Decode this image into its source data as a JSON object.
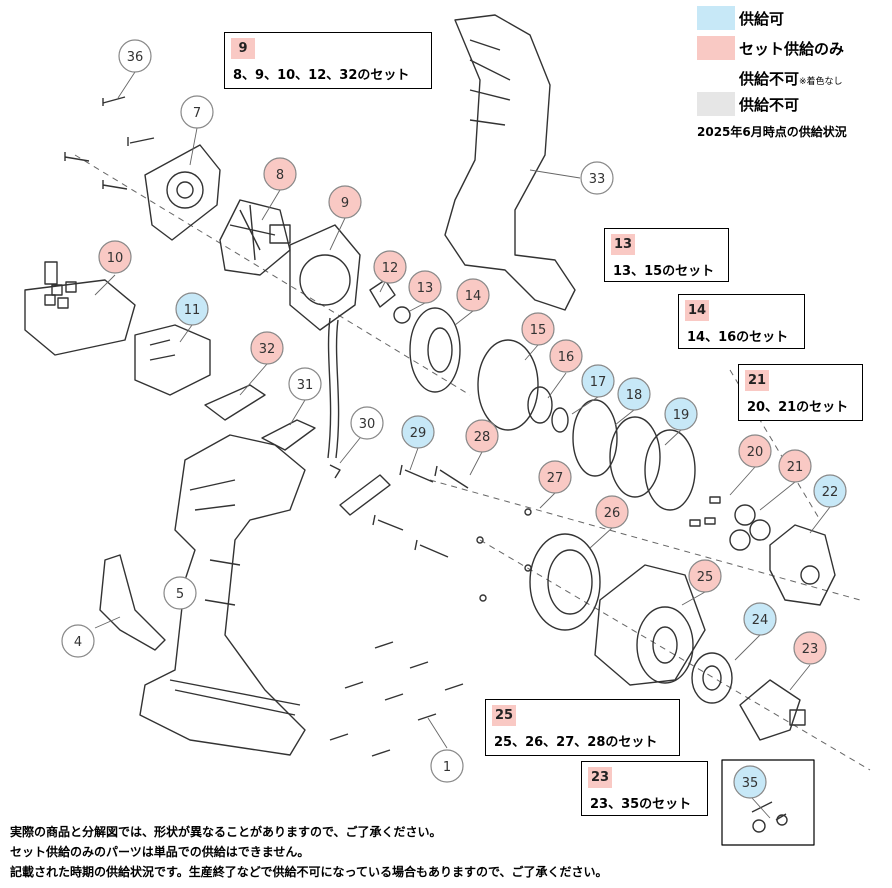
{
  "legend": {
    "items": [
      {
        "label": "供給可",
        "color": "#c7e8f7"
      },
      {
        "label": "セット供給のみ",
        "color": "#f9c9c4"
      },
      {
        "label": "供給不可",
        "note": "※着色なし",
        "color": "#ffffff"
      },
      {
        "label": "供給不可",
        "color": "#e6e6e6"
      }
    ],
    "date": "2025年6月時点の供給状況"
  },
  "sets": [
    {
      "badge": "9",
      "text": "8、9、10、12、32のセット"
    },
    {
      "badge": "13",
      "text": "13、15のセット"
    },
    {
      "badge": "14",
      "text": "14、16のセット"
    },
    {
      "badge": "21",
      "text": "20、21のセット"
    },
    {
      "badge": "25",
      "text": "25、26、27、28のセット"
    },
    {
      "badge": "23",
      "text": "23、35のセット"
    }
  ],
  "callouts": [
    {
      "label": "36",
      "status": "none"
    },
    {
      "label": "7",
      "status": "none"
    },
    {
      "label": "8",
      "status": "set"
    },
    {
      "label": "9",
      "status": "set"
    },
    {
      "label": "10",
      "status": "set"
    },
    {
      "label": "11",
      "status": "available"
    },
    {
      "label": "12",
      "status": "set"
    },
    {
      "label": "13",
      "status": "set"
    },
    {
      "label": "14",
      "status": "set"
    },
    {
      "label": "15",
      "status": "set"
    },
    {
      "label": "16",
      "status": "set"
    },
    {
      "label": "17",
      "status": "available"
    },
    {
      "label": "18",
      "status": "available"
    },
    {
      "label": "19",
      "status": "available"
    },
    {
      "label": "20",
      "status": "set"
    },
    {
      "label": "21",
      "status": "set"
    },
    {
      "label": "22",
      "status": "available"
    },
    {
      "label": "23",
      "status": "set"
    },
    {
      "label": "24",
      "status": "available"
    },
    {
      "label": "25",
      "status": "set"
    },
    {
      "label": "26",
      "status": "set"
    },
    {
      "label": "27",
      "status": "set"
    },
    {
      "label": "28",
      "status": "set"
    },
    {
      "label": "29",
      "status": "available"
    },
    {
      "label": "30",
      "status": "none"
    },
    {
      "label": "31",
      "status": "none"
    },
    {
      "label": "32",
      "status": "set"
    },
    {
      "label": "33",
      "status": "none"
    },
    {
      "label": "35",
      "status": "available"
    },
    {
      "label": "5",
      "status": "none"
    },
    {
      "label": "4",
      "status": "none"
    },
    {
      "label": "1",
      "status": "none"
    }
  ],
  "status_colors": {
    "available": "#c7e8f7",
    "set": "#f9c9c4",
    "none": "#ffffff"
  },
  "notes": [
    "実際の商品と分解図では、形状が異なることがありますので、ご了承ください。",
    "セット供給のみのパーツは単品での供給はできません。",
    "記載された時期の供給状況です。生産終了などで供給不可になっている場合もありますので、ご了承ください。"
  ]
}
